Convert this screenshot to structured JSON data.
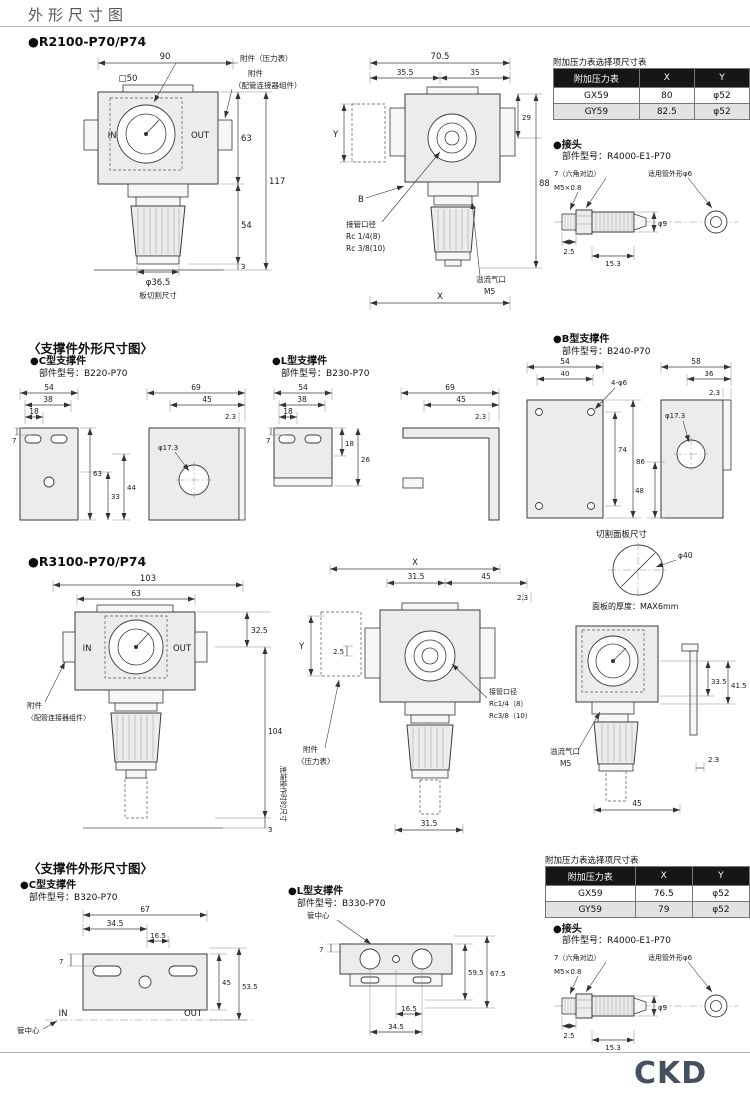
{
  "page": {
    "title": "外形尺寸图",
    "logo": "CKD"
  },
  "r2100": {
    "heading": "●R2100-P70/P74",
    "front": {
      "dim_90": "90",
      "dim_sq50": "□50",
      "dim_63": "63",
      "dim_117": "117",
      "dim_54": "54",
      "dim_3": "3",
      "dim_knob": "φ36.5",
      "panel_cut": "板切割尺寸",
      "in": "IN",
      "out": "OUT",
      "acc_gauge": "附件（压力表）",
      "acc_fit1": "附件",
      "acc_fit2": "（配管连接器组件）"
    },
    "side": {
      "dim_70_5": "70.5",
      "dim_35_5": "35.5",
      "dim_35": "35",
      "dim_29": "29",
      "dim_88": "88",
      "dim_y": "Y",
      "dim_b": "B",
      "dim_x": "X",
      "port_label": "接管口径",
      "port_1": "Rc 1/4(8)",
      "port_2": "Rc 3/8(10)",
      "relief_label": "溢流气口",
      "relief_size": "M5"
    },
    "gauge_table": {
      "caption": "附加压力表选择项尺寸表",
      "headers": [
        "附加压力表",
        "X",
        "Y"
      ],
      "rows": [
        [
          "GX59",
          "80",
          "φ52"
        ],
        [
          "GY59",
          "82.5",
          "φ52"
        ]
      ]
    },
    "fitting": {
      "heading": "●接头",
      "model": "部件型号：R4000-E1-P70",
      "dim_hex": "7（六角对边）",
      "dim_thread": "M5×0.8",
      "dim_tube": "适用管外形φ6",
      "dim_2_5": "2.5",
      "dim_15_3": "15.3",
      "dim_9": "φ9"
    }
  },
  "brackets1": {
    "heading": "〈支撑件外形尺寸图〉",
    "c_bracket": {
      "heading": "●C型支撑件",
      "model": "部件型号：B220-P70",
      "dim_54": "54",
      "dim_38": "38",
      "dim_18": "18",
      "dim_7": "7",
      "dim_63": "63",
      "dim_33": "33",
      "dim_44": "44",
      "dim_69": "69",
      "dim_45": "45",
      "dim_2_3": "2.3",
      "dim_hole": "φ17.3"
    },
    "l_bracket": {
      "heading": "●L型支撑件",
      "model": "部件型号：B230-P70",
      "dim_54": "54",
      "dim_38": "38",
      "dim_18": "18",
      "dim_7": "7",
      "dim_18b": "18",
      "dim_26": "26",
      "dim_69": "69",
      "dim_45": "45",
      "dim_2_3": "2.3"
    },
    "b_bracket": {
      "heading": "●B型支撑件",
      "model": "部件型号：B240-P70",
      "dim_54": "54",
      "dim_40": "40",
      "dim_holes": "4-φ6",
      "dim_74": "74",
      "dim_86": "86",
      "dim_58": "58",
      "dim_36": "36",
      "dim_2_3": "2.3",
      "dim_hole": "φ17.3",
      "dim_48": "48"
    },
    "panel_cut": {
      "title": "切割面板尺寸",
      "dim_40": "φ40",
      "thickness": "面板的厚度：MAX6mm"
    }
  },
  "r3100": {
    "heading": "●R3100-P70/P74",
    "front": {
      "dim_103": "103",
      "dim_63": "63",
      "dim_32_5": "32.5",
      "dim_104": "104",
      "dim_3": "3",
      "in": "IN",
      "out": "OUT",
      "acc_fit1": "附件",
      "acc_fit2": "〈配管连接器组件〉",
      "bottom_note": "底端操作时的尺寸"
    },
    "side": {
      "dim_x": "X",
      "dim_31_5": "31.5",
      "dim_45": "45",
      "dim_2_3": "2.3",
      "dim_y": "Y",
      "dim_2_5": "2.5",
      "acc_gauge1": "附件",
      "acc_gauge2": "〈压力表〉",
      "port_label": "接管口径",
      "port_1": "Rc1/4（8）",
      "port_2": "Rc3/8（10）",
      "dim_31_5b": "31.5"
    },
    "rightview": {
      "dim_33_5": "33.5",
      "dim_41_5": "41.5",
      "dim_2_3": "2.3",
      "dim_45": "45",
      "relief_label": "溢流气口",
      "relief_size": "M5"
    },
    "gauge_table": {
      "caption": "附加压力表选择项尺寸表",
      "headers": [
        "附加压力表",
        "X",
        "Y"
      ],
      "rows": [
        [
          "GX59",
          "76.5",
          "φ52"
        ],
        [
          "GY59",
          "79",
          "φ52"
        ]
      ]
    },
    "fitting": {
      "heading": "●接头",
      "model": "部件型号：R4000-E1-P70",
      "dim_hex": "7（六角对边）",
      "dim_thread": "M5×0.8",
      "dim_tube": "适用管外形φ6",
      "dim_2_5": "2.5",
      "dim_15_3": "15.3",
      "dim_9": "φ9"
    }
  },
  "brackets2": {
    "heading": "〈支撑件外形尺寸图〉",
    "c_bracket": {
      "heading": "●C型支撑件",
      "model": "部件型号：B320-P70",
      "dim_67": "67",
      "dim_34_5": "34.5",
      "dim_16_5": "16.5",
      "dim_7": "7",
      "dim_45": "45",
      "dim_53_5": "53.5",
      "pipe_center": "管中心",
      "in": "IN",
      "out": "OUT"
    },
    "l_bracket": {
      "heading": "●L型支撑件",
      "model": "部件型号：B330-P70",
      "pipe_center": "管中心",
      "dim_59_5": "59.5",
      "dim_67_5": "67.5",
      "dim_7": "7",
      "dim_16_5": "16.5",
      "dim_34_5": "34.5"
    }
  }
}
